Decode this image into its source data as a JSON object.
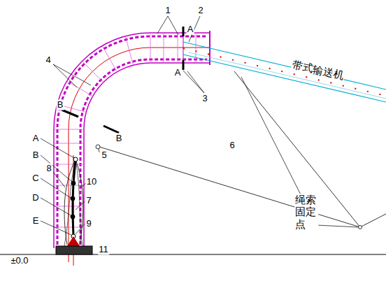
{
  "diagram": {
    "labels": [
      "1",
      "2",
      "A",
      "A",
      "3",
      "4",
      "B",
      "B",
      "A",
      "B",
      "C",
      "D",
      "E",
      "8",
      "10",
      "7",
      "9",
      "5",
      "6",
      "11",
      "带式输送机",
      "绳索固定点",
      "±0.0"
    ]
  }
}
